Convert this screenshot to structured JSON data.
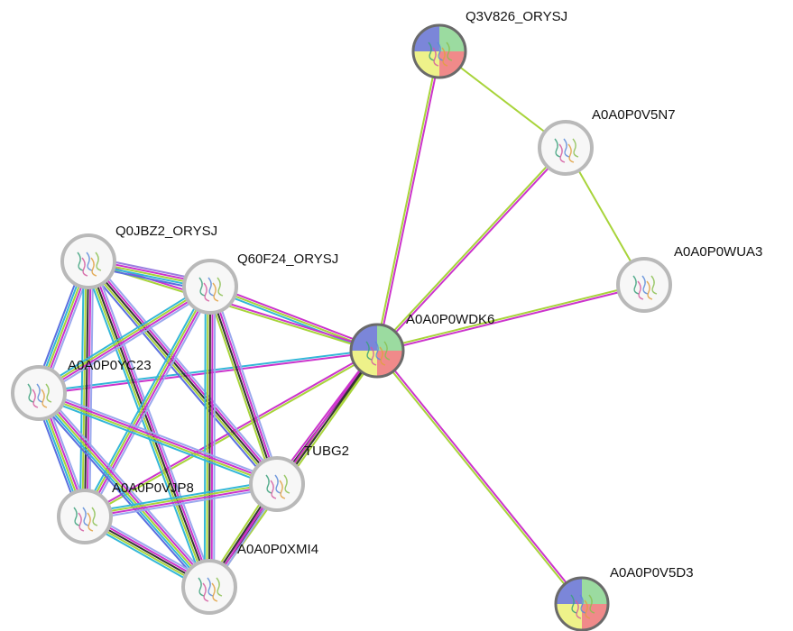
{
  "colors": {
    "background": "#ffffff",
    "node_ring": "#b9b9b9",
    "node_fill": "#f7f7f7",
    "query_quadrants": [
      "#7b86d9",
      "#9bdba0",
      "#f08a8a",
      "#eef28a"
    ],
    "query_ring": "#6a6a6a"
  },
  "nodes": [
    {
      "id": "Q3V826_ORYSJ",
      "label": "Q3V826_ORYSJ",
      "quadrants": true
    },
    {
      "id": "A0A0P0V5N7",
      "label": "A0A0P0V5N7",
      "quadrants": false
    },
    {
      "id": "A0A0P0WUA3",
      "label": "A0A0P0WUA3",
      "quadrants": false
    },
    {
      "id": "A0A0P0WDK6",
      "label": "A0A0P0WDK6",
      "quadrants": true
    },
    {
      "id": "Q0JBZ2_ORYSJ",
      "label": "Q0JBZ2_ORYSJ",
      "quadrants": false
    },
    {
      "id": "Q60F24_ORYSJ",
      "label": "Q60F24_ORYSJ",
      "quadrants": false
    },
    {
      "id": "A0A0P0YC23",
      "label": "A0A0P0YC23",
      "quadrants": false
    },
    {
      "id": "TUBG2",
      "label": "TUBG2",
      "quadrants": false
    },
    {
      "id": "A0A0P0VJP8",
      "label": "A0A0P0VJP8",
      "quadrants": false
    },
    {
      "id": "A0A0P0XMI4",
      "label": "A0A0P0XMI4",
      "quadrants": false
    },
    {
      "id": "A0A0P0V5D3",
      "label": "A0A0P0V5D3",
      "quadrants": true
    }
  ],
  "edge_colors": {
    "magenta": "#cc33cc",
    "lime": "#a8d43a",
    "cyan": "#33b7d8",
    "blue": "#5a6fe0",
    "black": "#333333",
    "violet": "#9a7fe0",
    "lightblue": "#9aa8ee"
  },
  "edges": [
    {
      "source": "Q3V826_ORYSJ",
      "target": "A0A0P0WDK6",
      "colors": [
        "magenta",
        "lime"
      ]
    },
    {
      "source": "Q3V826_ORYSJ",
      "target": "A0A0P0V5N7",
      "colors": [
        "lime"
      ]
    },
    {
      "source": "A0A0P0V5N7",
      "target": "A0A0P0WDK6",
      "colors": [
        "magenta",
        "lime"
      ]
    },
    {
      "source": "A0A0P0V5N7",
      "target": "A0A0P0WUA3",
      "colors": [
        "lime"
      ]
    },
    {
      "source": "A0A0P0WUA3",
      "target": "A0A0P0WDK6",
      "colors": [
        "magenta",
        "lime"
      ]
    },
    {
      "source": "A0A0P0WDK6",
      "target": "A0A0P0V5D3",
      "colors": [
        "magenta",
        "lime"
      ]
    },
    {
      "source": "Q60F24_ORYSJ",
      "target": "A0A0P0WDK6",
      "colors": [
        "magenta",
        "lime",
        "cyan"
      ]
    },
    {
      "source": "Q0JBZ2_ORYSJ",
      "target": "A0A0P0WDK6",
      "colors": [
        "magenta",
        "lime"
      ]
    },
    {
      "source": "A0A0P0YC23",
      "target": "A0A0P0WDK6",
      "colors": [
        "cyan",
        "magenta"
      ]
    },
    {
      "source": "TUBG2",
      "target": "A0A0P0WDK6",
      "colors": [
        "magenta",
        "black",
        "lime"
      ]
    },
    {
      "source": "A0A0P0VJP8",
      "target": "A0A0P0WDK6",
      "colors": [
        "magenta",
        "lime"
      ]
    },
    {
      "source": "A0A0P0XMI4",
      "target": "A0A0P0WDK6",
      "colors": [
        "magenta",
        "black",
        "lime"
      ]
    },
    {
      "source": "Q0JBZ2_ORYSJ",
      "target": "Q60F24_ORYSJ",
      "colors": [
        "violet",
        "magenta",
        "lime",
        "cyan",
        "blue"
      ]
    },
    {
      "source": "Q0JBZ2_ORYSJ",
      "target": "A0A0P0YC23",
      "colors": [
        "lightblue",
        "magenta",
        "lime",
        "cyan",
        "blue"
      ]
    },
    {
      "source": "Q0JBZ2_ORYSJ",
      "target": "TUBG2",
      "colors": [
        "lightblue",
        "magenta",
        "black",
        "lime",
        "blue"
      ]
    },
    {
      "source": "Q0JBZ2_ORYSJ",
      "target": "A0A0P0VJP8",
      "colors": [
        "lightblue",
        "magenta",
        "black",
        "lime",
        "cyan"
      ]
    },
    {
      "source": "Q0JBZ2_ORYSJ",
      "target": "A0A0P0XMI4",
      "colors": [
        "lightblue",
        "magenta",
        "black",
        "lime",
        "cyan"
      ]
    },
    {
      "source": "Q60F24_ORYSJ",
      "target": "A0A0P0YC23",
      "colors": [
        "lightblue",
        "magenta",
        "lime",
        "cyan"
      ]
    },
    {
      "source": "Q60F24_ORYSJ",
      "target": "TUBG2",
      "colors": [
        "lightblue",
        "magenta",
        "black",
        "lime"
      ]
    },
    {
      "source": "Q60F24_ORYSJ",
      "target": "A0A0P0VJP8",
      "colors": [
        "lightblue",
        "magenta",
        "lime",
        "cyan"
      ]
    },
    {
      "source": "Q60F24_ORYSJ",
      "target": "A0A0P0XMI4",
      "colors": [
        "lightblue",
        "magenta",
        "black",
        "lime",
        "cyan"
      ]
    },
    {
      "source": "A0A0P0YC23",
      "target": "TUBG2",
      "colors": [
        "lightblue",
        "magenta",
        "lime",
        "cyan"
      ]
    },
    {
      "source": "A0A0P0YC23",
      "target": "A0A0P0VJP8",
      "colors": [
        "lightblue",
        "magenta",
        "lime",
        "cyan",
        "blue"
      ]
    },
    {
      "source": "A0A0P0YC23",
      "target": "A0A0P0XMI4",
      "colors": [
        "lightblue",
        "magenta",
        "lime",
        "cyan",
        "blue"
      ]
    },
    {
      "source": "TUBG2",
      "target": "A0A0P0VJP8",
      "colors": [
        "lightblue",
        "magenta",
        "lime",
        "cyan"
      ]
    },
    {
      "source": "TUBG2",
      "target": "A0A0P0XMI4",
      "colors": [
        "lightblue",
        "magenta",
        "black",
        "lime"
      ]
    },
    {
      "source": "A0A0P0VJP8",
      "target": "A0A0P0XMI4",
      "colors": [
        "lightblue",
        "magenta",
        "black",
        "lime",
        "cyan"
      ]
    }
  ]
}
